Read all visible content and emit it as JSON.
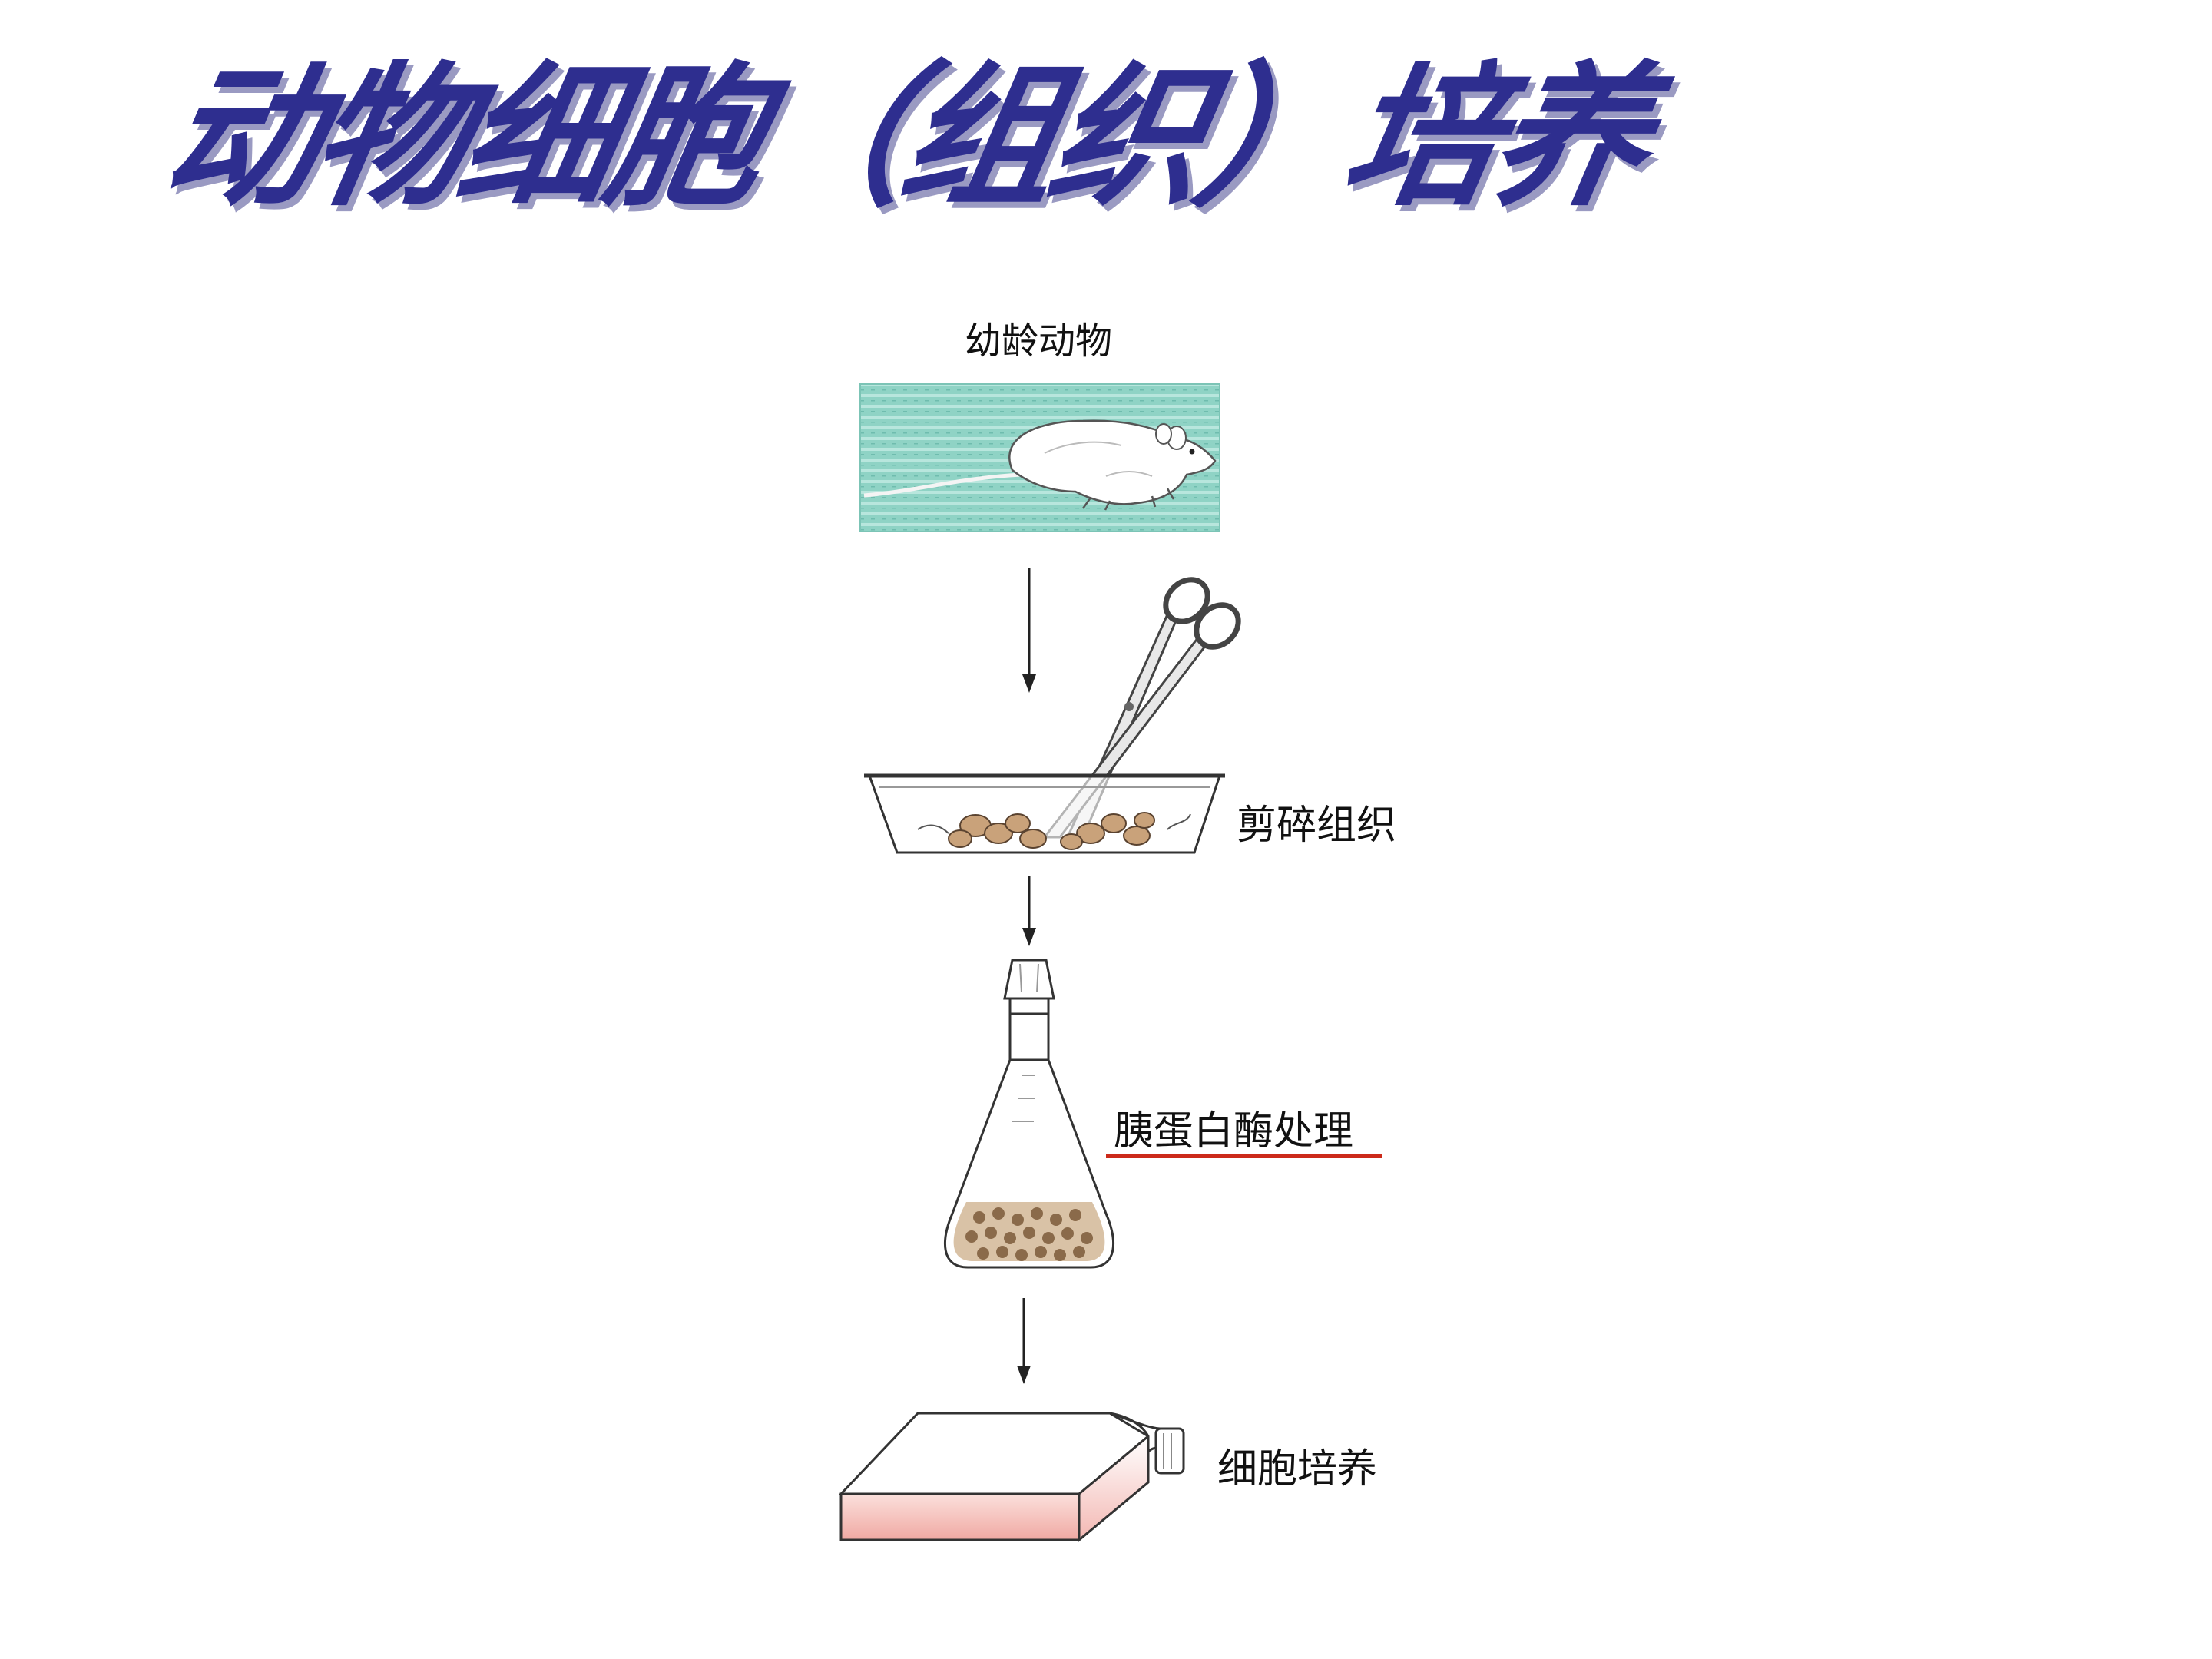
{
  "title": "动物细胞（组织）培养",
  "colors": {
    "title": "#2e2e8f",
    "title_shadow": "#9a9ac2",
    "underline": "#cc2a1a",
    "mouse_bg": "#8fd3c5",
    "culture_fill": "#f3b8b3",
    "line": "#222222"
  },
  "steps": [
    {
      "label": "幼龄动物",
      "icon": "mouse-icon"
    },
    {
      "label": "剪碎组织",
      "icon": "scissors-dish-icon"
    },
    {
      "label": "胰蛋白酶处理",
      "icon": "flask-icon",
      "underlined": true
    },
    {
      "label": "细胞培养",
      "icon": "culture-bottle-icon"
    }
  ]
}
